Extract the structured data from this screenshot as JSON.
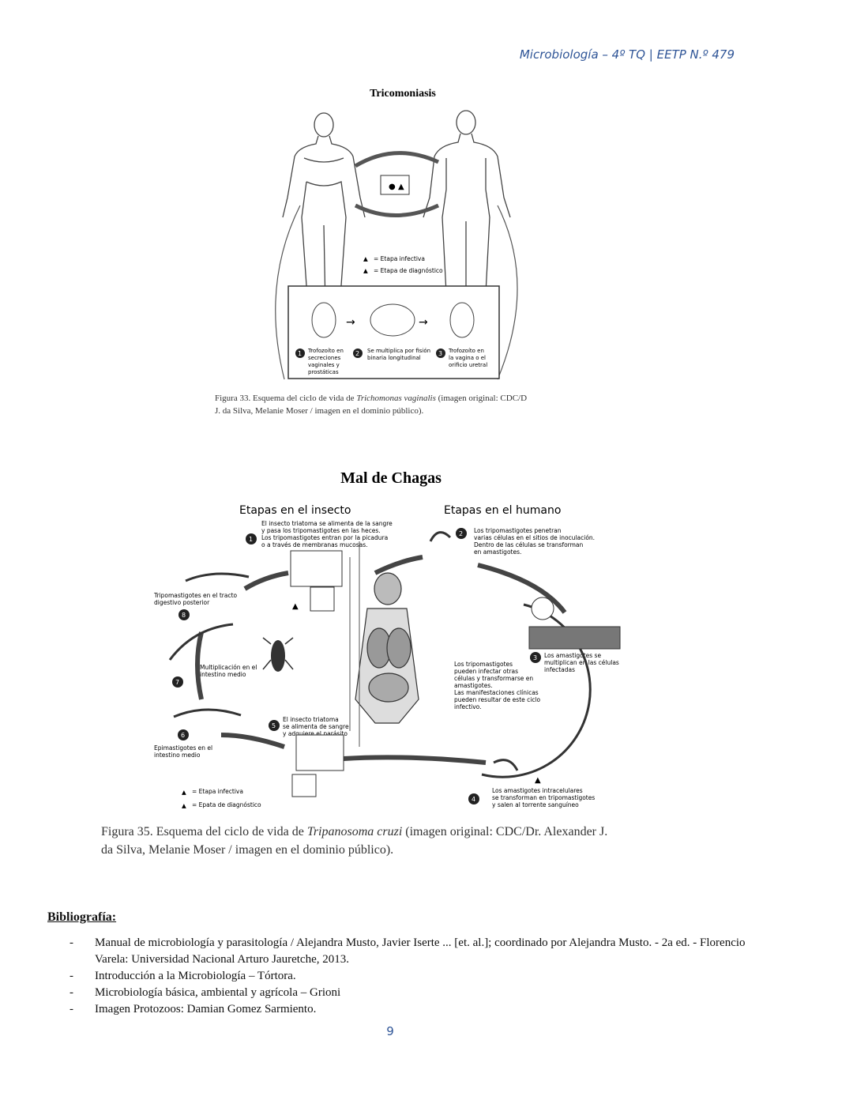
{
  "header": {
    "text": "Microbiología – 4º TQ | EETP N.º 479"
  },
  "figure33": {
    "title": "Tricomoniasis",
    "legend": [
      "= Etapa infectiva",
      "= Etapa de diagnóstico"
    ],
    "steps": [
      {
        "num": "1",
        "lines": [
          "Trofozoíto en",
          "secreciones",
          "vaginales y",
          "prostáticas"
        ]
      },
      {
        "num": "2",
        "lines": [
          "Se multiplica por fisión",
          "binaria longitudinal"
        ]
      },
      {
        "num": "3",
        "lines": [
          "Trofozoíto en",
          "la vagina o el",
          "orificio uretral"
        ]
      }
    ],
    "caption_line1_pre": "Figura 33. Esquema del ciclo de vida de ",
    "caption_line1_italic": "Trichomonas vaginalis",
    "caption_line1_post": " (imagen original: CDC/D",
    "caption_line2": "J. da Silva, Melanie Moser / imagen en el dominio público)."
  },
  "figure35": {
    "title": "Mal de Chagas",
    "insect_heading": "Etapas en el insecto",
    "human_heading": "Etapas en el humano",
    "step1": [
      "El insecto triatoma se alimenta de la sangre",
      "y pasa los tripomastigotes en las heces.",
      "Los tripomastigotes entran por la picadura",
      "o a través de membranas mucosas."
    ],
    "step2": [
      "Los tripomastigotes penetran",
      "varias células en el sitios de inoculación.",
      "Dentro de las células se transforman",
      "en amastigotes."
    ],
    "step3": [
      "Los amastigotes se",
      "multiplican en las células",
      "infectadas"
    ],
    "step4": [
      "Los amastigotes intracelulares",
      "se transforman en tripomastigotes",
      "y salen al torrente sanguíneo"
    ],
    "step5": [
      "El insecto triatoma",
      "se alimenta de sangre",
      "y adquiere el parásito"
    ],
    "step6": [
      "Epimastigotes en el",
      "intestino medio"
    ],
    "step7": [
      "Multiplicación en el",
      "intestino medio"
    ],
    "step8": [
      "Tripomastigotes en el tracto",
      "digestivo posterior"
    ],
    "center_text": [
      "Los tripomastigotes",
      "pueden infectar otras",
      "células y transformarse en",
      "amastigotes.",
      "Las manifestaciones clínicas",
      "pueden resultar de este ciclo",
      "infectivo."
    ],
    "legend": [
      "= Etapa infectiva",
      "= Epata de diagnóstico"
    ],
    "caption_line1_pre": "Figura 35. Esquema del ciclo de vida de ",
    "caption_line1_italic": "Tripanosoma cruzi",
    "caption_line1_post": " (imagen original: CDC/Dr. Alexander J.",
    "caption_line2": "da Silva, Melanie Moser / imagen en el dominio público)."
  },
  "bibliography": {
    "title": "Bibliografía:",
    "items": [
      "Manual de microbiología y parasitología / Alejandra Musto, Javier Iserte ... [et. al.]; coordinado por Alejandra Musto. - 2a ed. - Florencio Varela: Universidad Nacional Arturo Jauretche, 2013.",
      "Introducción a la Microbiología – Tórtora.",
      "Microbiología básica, ambiental y agrícola – Grioni",
      "Imagen Protozoos: Damian Gomez Sarmiento."
    ]
  },
  "page_number": "9"
}
